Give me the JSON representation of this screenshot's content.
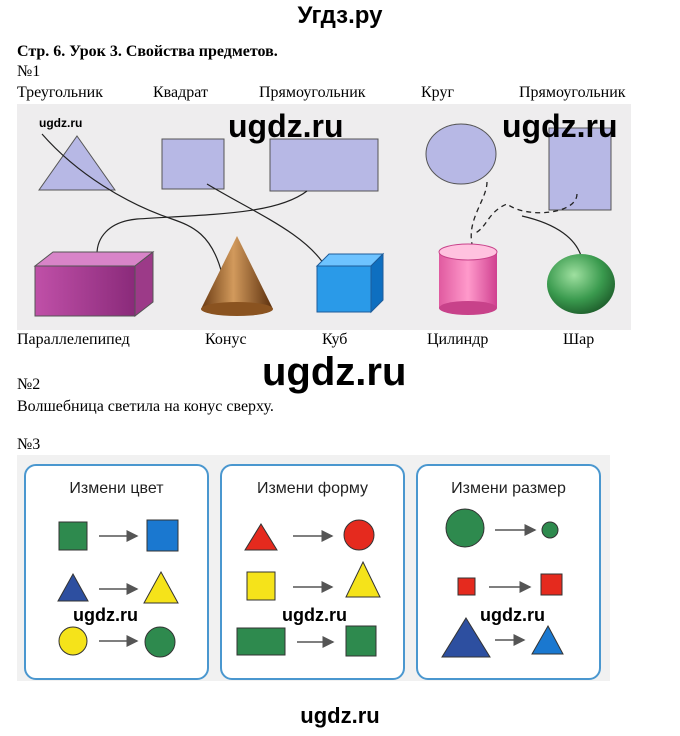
{
  "site": {
    "top": "Угдз.ру",
    "bottom": "ugdz.ru"
  },
  "heading": "Стр. 6. Урок 3. Свойства предметов.",
  "task1": {
    "number": "№1",
    "top_labels": [
      "Треугольник",
      "Квадрат",
      "Прямоугольник",
      "Круг",
      "Прямоугольник"
    ],
    "bottom_labels": [
      "Параллелепипед",
      "Конус",
      "Куб",
      "Цилиндр",
      "Шар"
    ]
  },
  "watermarks": {
    "small": "ugdz.ru",
    "big": "ugdz.ru"
  },
  "task2": {
    "number": "№2",
    "text": "Волшебница светила на конус сверху."
  },
  "task3": {
    "number": "№3",
    "panels": [
      "Измени цвет",
      "Измени форму",
      "Измени размер"
    ]
  },
  "colors": {
    "panel_border": "#4a97cf",
    "green": "#2e8a4e",
    "blue": "#1a78d0",
    "yellow": "#f5e31a",
    "red": "#e52a1e",
    "navy": "#2d4fa0"
  }
}
